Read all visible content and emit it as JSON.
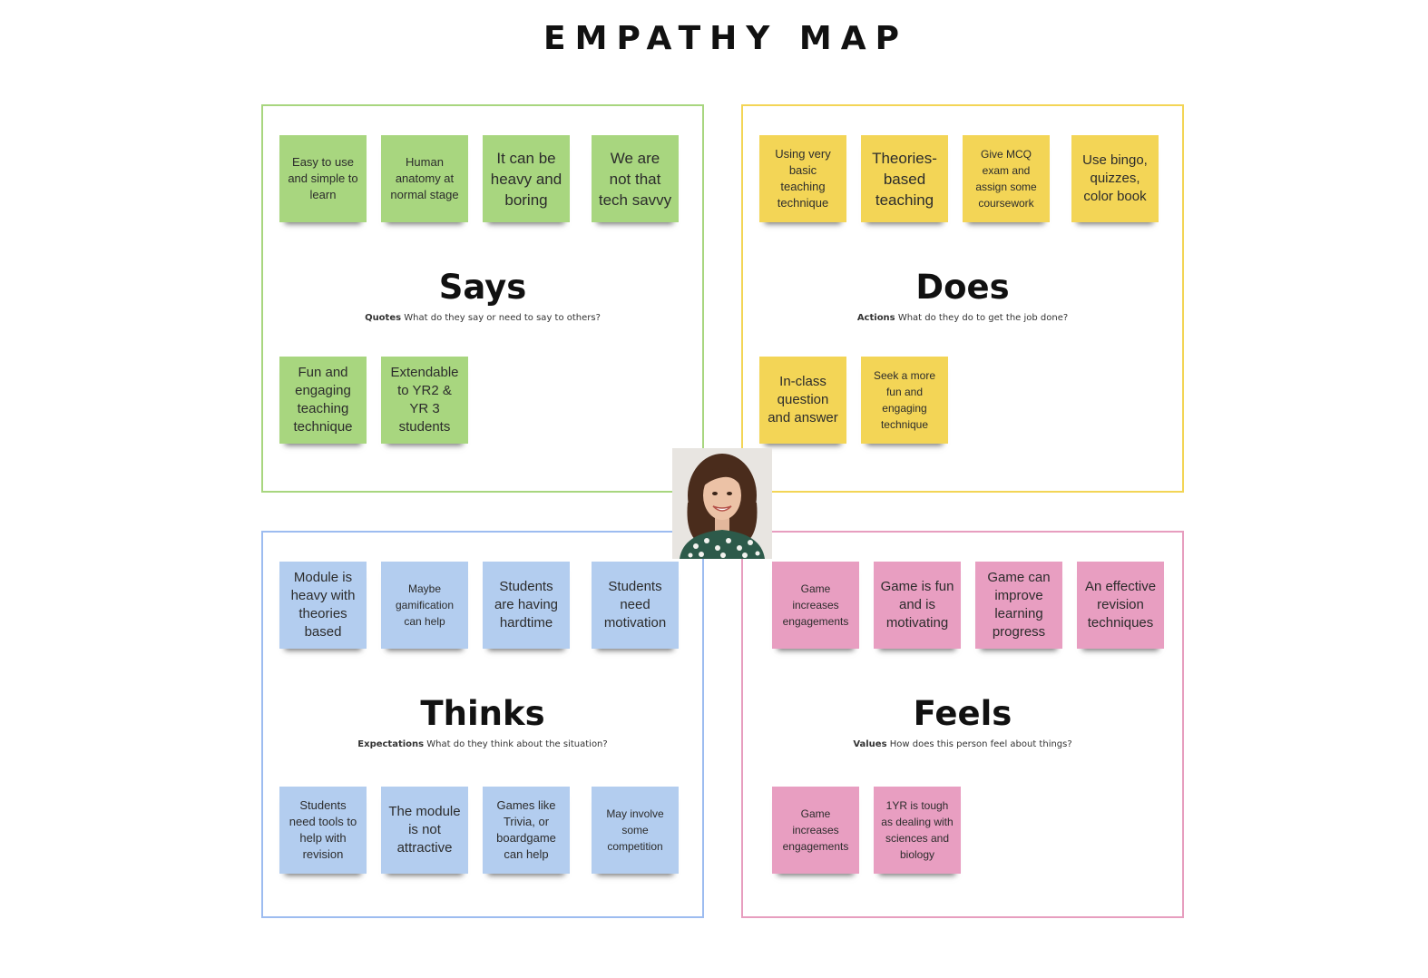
{
  "title": "EMPATHY MAP",
  "colors": {
    "says_border": "#a8d67f",
    "says_note": "#a8d67f",
    "does_border": "#f3d556",
    "does_note": "#f3d556",
    "thinks_border": "#9dbcf0",
    "thinks_note": "#b3cdef",
    "feels_border": "#e79ebf",
    "feels_note": "#e89ec1"
  },
  "avatar_icon": "person-photo",
  "says": {
    "title": "Says",
    "sub_bold": "Quotes",
    "sub_text": "What do they say or need to say to others?",
    "notes_top": [
      "Easy to use and simple to learn",
      "Human anatomy at normal stage",
      "It can be heavy and boring",
      "We are not that tech savvy"
    ],
    "notes_bottom": [
      "Fun and engaging teaching technique",
      "Extendable to YR2 & YR 3 students"
    ]
  },
  "does": {
    "title": "Does",
    "sub_bold": "Actions",
    "sub_text": "What do they do to get the job done?",
    "notes_top": [
      "Using very basic teaching technique",
      "Theories-based teaching",
      "Give MCQ exam and assign some coursework",
      "Use bingo, quizzes, color book"
    ],
    "notes_bottom": [
      "In-class question and answer",
      "Seek a more fun and engaging technique"
    ]
  },
  "thinks": {
    "title": "Thinks",
    "sub_bold": "Expectations",
    "sub_text": "What do they think about the situation?",
    "notes_top": [
      "Module is heavy with theories based",
      "Maybe gamification can help",
      "Students are having hardtime",
      "Students need motivation"
    ],
    "notes_bottom": [
      "Students need tools to help with revision",
      "The module is not attractive",
      "Games like Trivia, or boardgame can help",
      "May involve some competition"
    ]
  },
  "feels": {
    "title": "Feels",
    "sub_bold": "Values",
    "sub_text": "How does this person feel about things?",
    "notes_top": [
      "Game increases engagements",
      "Game is fun and is motivating",
      "Game can improve learning progress",
      "An effective revision techniques"
    ],
    "notes_bottom": [
      "Game increases engagements",
      "1YR is tough as dealing with sciences and biology"
    ]
  }
}
